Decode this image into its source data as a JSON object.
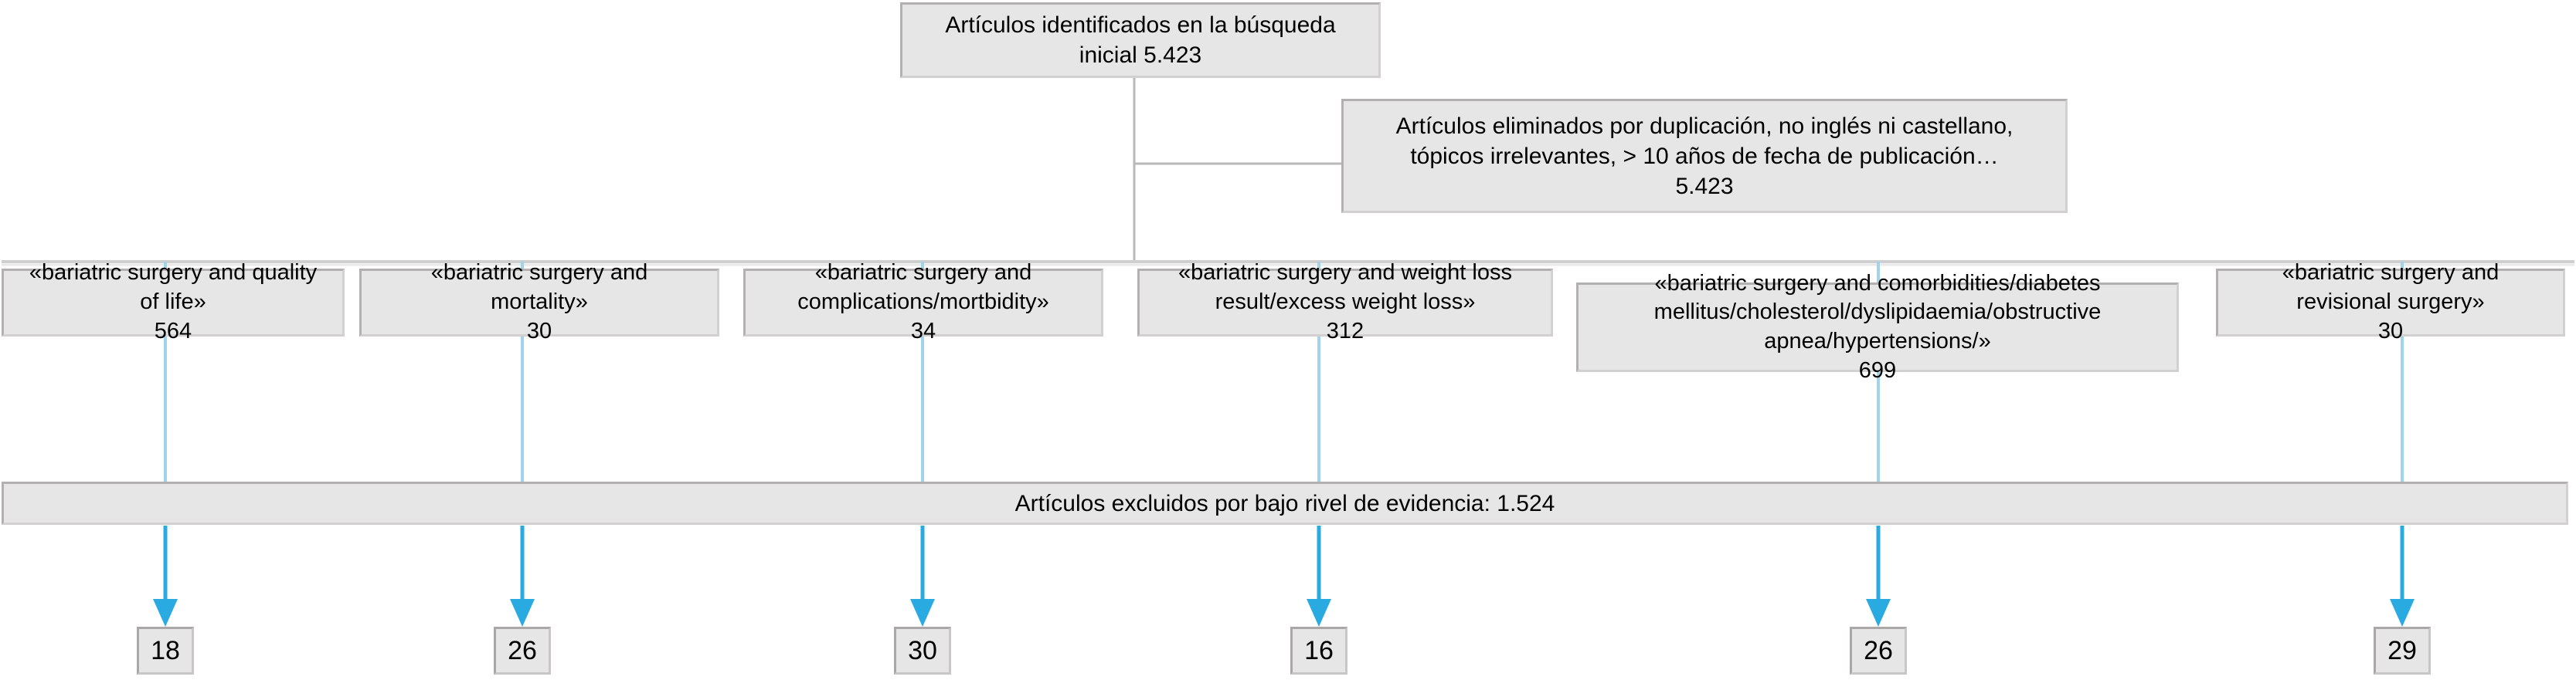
{
  "diagram": {
    "title_box": {
      "line1": "Artículos identificados en la búsqueda",
      "line2": "inicial  5.423",
      "count": "5.423"
    },
    "removed_box": {
      "line1": "Artículos eliminados por duplicación, no inglés ni castellano,",
      "line2": "tópicos irrelevantes, > 10 años de fecha de publicación…",
      "line3": "5.423",
      "count": "5.423"
    },
    "excluded_bar": {
      "label": "Artículos excluidos por bajo rivel de evidencia: 1.524",
      "count": "1.524"
    },
    "queries": [
      {
        "line1": "«bariatric surgery and quality",
        "line2": "of life»",
        "line3": "564",
        "count": "564",
        "result": "18"
      },
      {
        "line1": "«bariatric surgery and",
        "line2": "mortality»",
        "line3": "30",
        "count": "30",
        "result": "26"
      },
      {
        "line1": "«bariatric surgery and",
        "line2": "complications/mortbidity»",
        "line3": "34",
        "count": "34",
        "result": "30"
      },
      {
        "line1": "«bariatric surgery and weight loss",
        "line2": "result/excess weight loss»",
        "line3": "312",
        "count": "312",
        "result": "16"
      },
      {
        "line1": "«bariatric surgery and comorbidities/diabetes",
        "line2": "mellitus/cholesterol/dyslipidaemia/obstructive",
        "line3": "apnea/hypertensions/»",
        "line4": "699",
        "count": "699",
        "result": "26"
      },
      {
        "line1": "«bariatric surgery and",
        "line2": "revisional surgery»",
        "line3": "30",
        "count": "30",
        "result": "29"
      }
    ],
    "colors": {
      "box_fill": "#e6e6e6",
      "box_border": "#b2b0b0",
      "connector_gray": "#b9b9b9",
      "connector_cyan": "#29abe2",
      "text": "#000000",
      "background": "#ffffff"
    }
  }
}
